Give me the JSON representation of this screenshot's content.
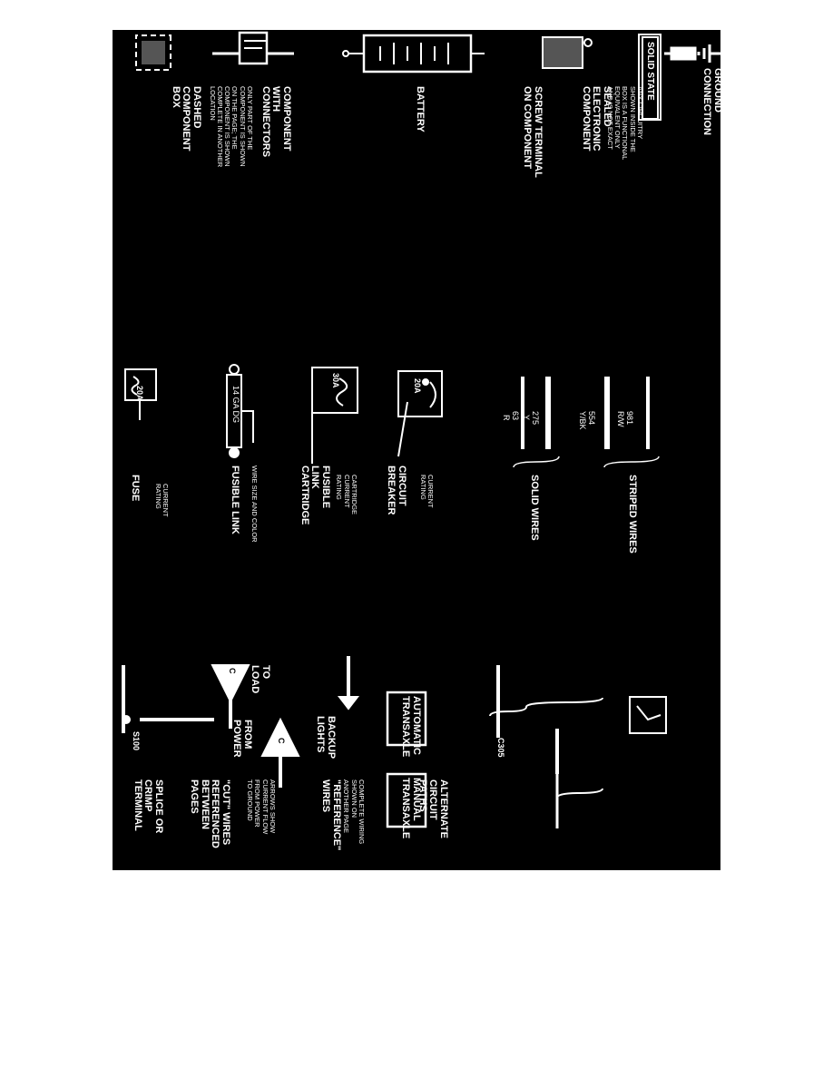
{
  "legend": {
    "dashed_component_box": {
      "title": "DASHED\nCOMPONENT\nBOX",
      "desc": "ONLY PART OF THE\nCOMPONENT IS SHOWN\nON THE PAGE; THE\nCOMPONENT IS SHOWN\nCOMPLETE IN ANOTHER\nLOCATION"
    },
    "component_with_connectors": {
      "title": "COMPONENT\nWITH\nCONNECTORS"
    },
    "battery": {
      "title": "BATTERY"
    },
    "screw_terminal": {
      "title": "SCREW TERMINAL\nON COMPONENT"
    },
    "sealed_electronic": {
      "title": "SEALED\nELECTRONIC\nCOMPONENT",
      "box_label": "SOLID STATE",
      "desc": "ANY CIRCUITRY\nSHOWN INSIDE THE\nBOX IS A FUNCTIONAL\nEQUIVALENT ONLY\nAND IS NOT EXACT"
    },
    "ground_connection": {
      "title": "GROUND\nCONNECTION"
    },
    "fuse": {
      "title": "FUSE",
      "rating": "20A",
      "desc": "CURRENT\nRATING"
    },
    "fusible_link": {
      "title": "FUSIBLE LINK",
      "label": "14 GA DG",
      "desc": "WIRE SIZE AND COLOR"
    },
    "fusible_link_cartridge": {
      "title": "FUSIBLE\nLINK\nCARTRIDGE",
      "rating": "30A",
      "desc": "CARTRIDGE\nCURRENT\nRATING"
    },
    "circuit_breaker": {
      "title": "CIRCUIT\nBREAKER",
      "rating": "20A",
      "desc": "CURRENT\nRATING"
    },
    "solid_wires": {
      "title": "SOLID WIRES",
      "wire1_num": "275",
      "wire1_color": "Y",
      "wire2_num": "63",
      "wire2_color": "R"
    },
    "striped_wires": {
      "title": "STRIPED WIRES",
      "wire1_num": "981",
      "wire1_color": "R/W",
      "wire2_num": "554",
      "wire2_color": "Y/BK"
    },
    "splice": {
      "title": "SPLICE OR\nCRIMP\nTERMINAL",
      "label": "S100"
    },
    "cut_wires": {
      "title": "\"CUT\" WIRES\nREFERENCED\nBETWEEN\nPAGES",
      "desc_title": "ARROWS SHOW\nCURRENT FLOW\nFROM POWER\nTO GROUND",
      "from_label": "FROM\nPOWER",
      "to_label": "TO\nLOAD",
      "arrow_letter": "C"
    },
    "reference_wires": {
      "title": "\"REFERENCE\"\nWIRES",
      "desc": "COMPLETE WIRING\nSHOWN ON\nANOTHER PAGE",
      "label": "BACKUP\nLIGHTS"
    },
    "alternate_paths": {
      "title": "ALTERNATE\nCIRCUIT\nPATHS",
      "auto_label": "AUTOMATIC\nTRANSAXLE",
      "manual_label": "MANUAL\nTRANSAXLE",
      "connector": "C305"
    }
  }
}
